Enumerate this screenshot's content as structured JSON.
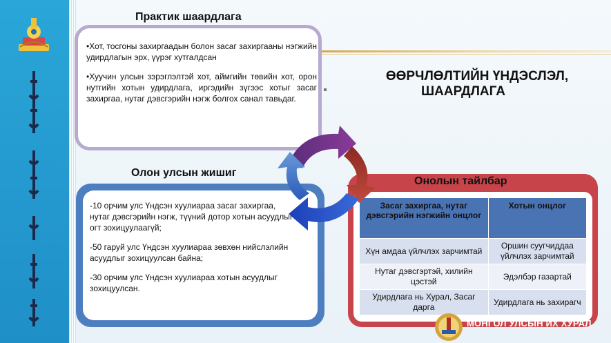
{
  "slide": {
    "title_line1": "ӨӨРЧЛӨЛТИЙН ҮНДЭСЛЭЛ,",
    "title_line2": "ШААРДЛАГА",
    "practic": {
      "heading": "Практик шаардлага",
      "para1": "•Хот, тосгоны захиргаадын болон засаг захиргааны нэгжийн удирдлагын эрх, үүрэг хутгалдсан",
      "para2": "•Хуучин улсын зэрэглэлтэй хот, аймгийн төвийн хот, орон нутгийн хотын удирдлага, иргэдийн зүгээс хотыг засаг захиргаа, нутаг дэвсгэрийн нэгж болгох санал тавьдаг."
    },
    "international": {
      "heading": "Олон улсын жишиг",
      "para1": "-10 орчим улс Үндсэн хуулиараа засаг захиргаа, нутаг дэвсгэрийн нэгж, түүний дотор хотын асуудлыг огт зохицуулаагүй;",
      "para2": "-50 гаруй улс Үндсэн хуулиараа зөвхөн нийслэлийн асуудлыг зохицуулсан байна;",
      "para3": "-30 орчим улс Үндсэн хуулиараа хотын асуудлыг зохицуулсан."
    },
    "theory": {
      "heading": "Онолын тайлбар",
      "col1_header": "Засаг захиргаа, нутаг дэвсгэрийн нэгжийн онцлог",
      "col2_header": "Хотын онцлог",
      "rows": [
        {
          "c1": "Хүн амдаа үйлчлэх зарчимтай",
          "c2": "Оршин суугчиддаа үйлчлэх зарчимтай"
        },
        {
          "c1": "Нутаг дэвсгэртэй, хилийн цэстэй",
          "c2": "Эдэлбэр газартай"
        },
        {
          "c1": "Удирдлага нь Хурал, Засаг дарга",
          "c2": "Удирдлага нь захирагч"
        }
      ]
    },
    "footer": "МОНГОЛ УЛСЫН ИХ ХУРАЛ",
    "colors": {
      "sidebar": "#2aa6d8",
      "practic_border": "#b8a9cf",
      "intl_border": "#4c7ec0",
      "theory_border": "#c6444a",
      "table_header": "#4a73b4"
    }
  }
}
